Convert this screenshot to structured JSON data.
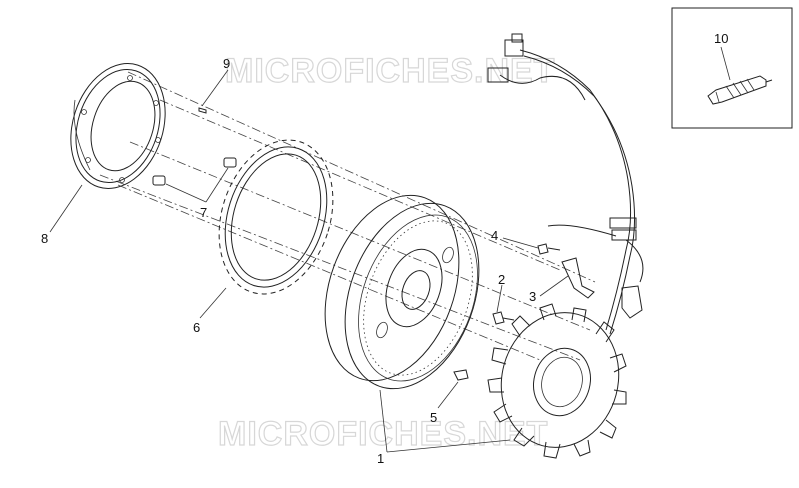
{
  "watermark": {
    "text": "MICROFICHES.NET"
  },
  "callouts": {
    "c1": "1",
    "c2": "2",
    "c3": "3",
    "c4": "4",
    "c5": "5",
    "c6": "6",
    "c7": "7",
    "c8": "8",
    "c9": "9",
    "c10": "10"
  },
  "colors": {
    "line": "#222222",
    "watermark": "#d7d7d7",
    "background": "#ffffff"
  }
}
